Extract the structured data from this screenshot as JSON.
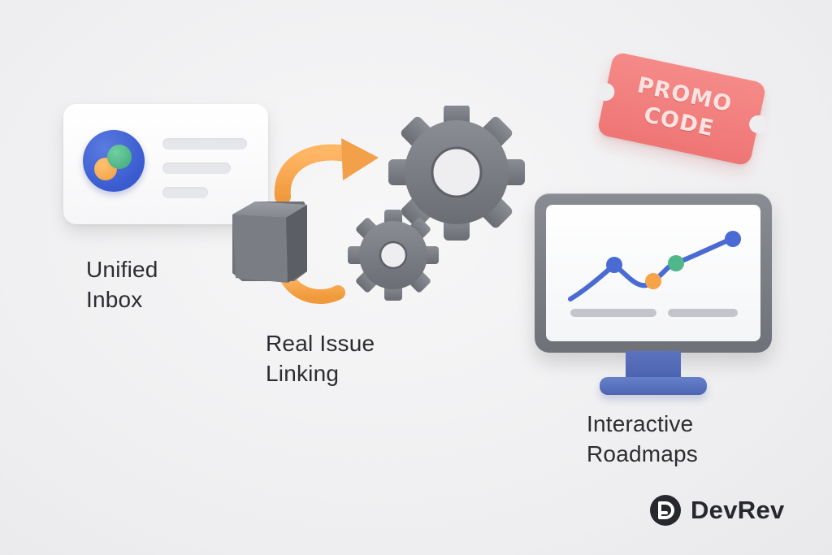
{
  "features": {
    "inbox": {
      "line1": "Unified",
      "line2": "Inbox"
    },
    "linking": {
      "line1": "Real Issue",
      "line2": "Linking"
    },
    "roadmaps": {
      "line1": "Interactive",
      "line2": "Roadmaps"
    }
  },
  "promo": {
    "line1": "PROMO",
    "line2": "CODE"
  },
  "brand": {
    "name": "DevRev"
  },
  "colors": {
    "promo_pink": "#f27f7e",
    "accent_blue": "#3f5fd0",
    "accent_orange": "#f5a447",
    "accent_green": "#4fb789",
    "gear_gray": "#7a7c84"
  },
  "icons": [
    "inbox-card-icon",
    "cycle-arrow-icon",
    "cube-icon",
    "gear-icon",
    "promo-ticket-icon",
    "monitor-chart-icon",
    "devrev-logo-icon"
  ]
}
